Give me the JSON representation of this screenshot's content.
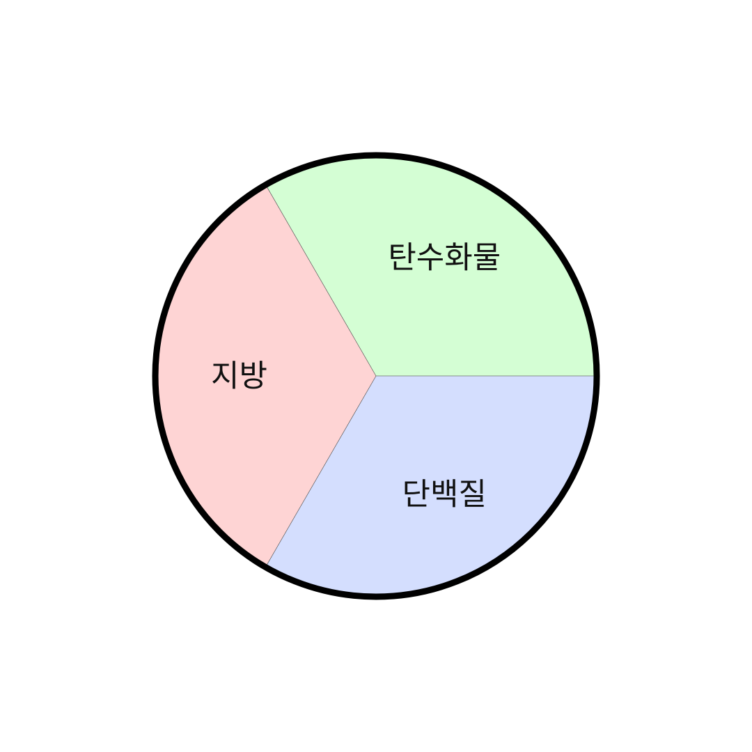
{
  "chart_data": {
    "type": "pie",
    "title": "",
    "start_angle_deg": 0,
    "direction": "counterclockwise",
    "slices": [
      {
        "label": "탄수화물",
        "value": 33.33,
        "color": "#d4fed4"
      },
      {
        "label": "지방",
        "value": 33.33,
        "color": "#fed4d4"
      },
      {
        "label": "단백질",
        "value": 33.34,
        "color": "#d4defe"
      }
    ],
    "border_color": "#000000"
  }
}
